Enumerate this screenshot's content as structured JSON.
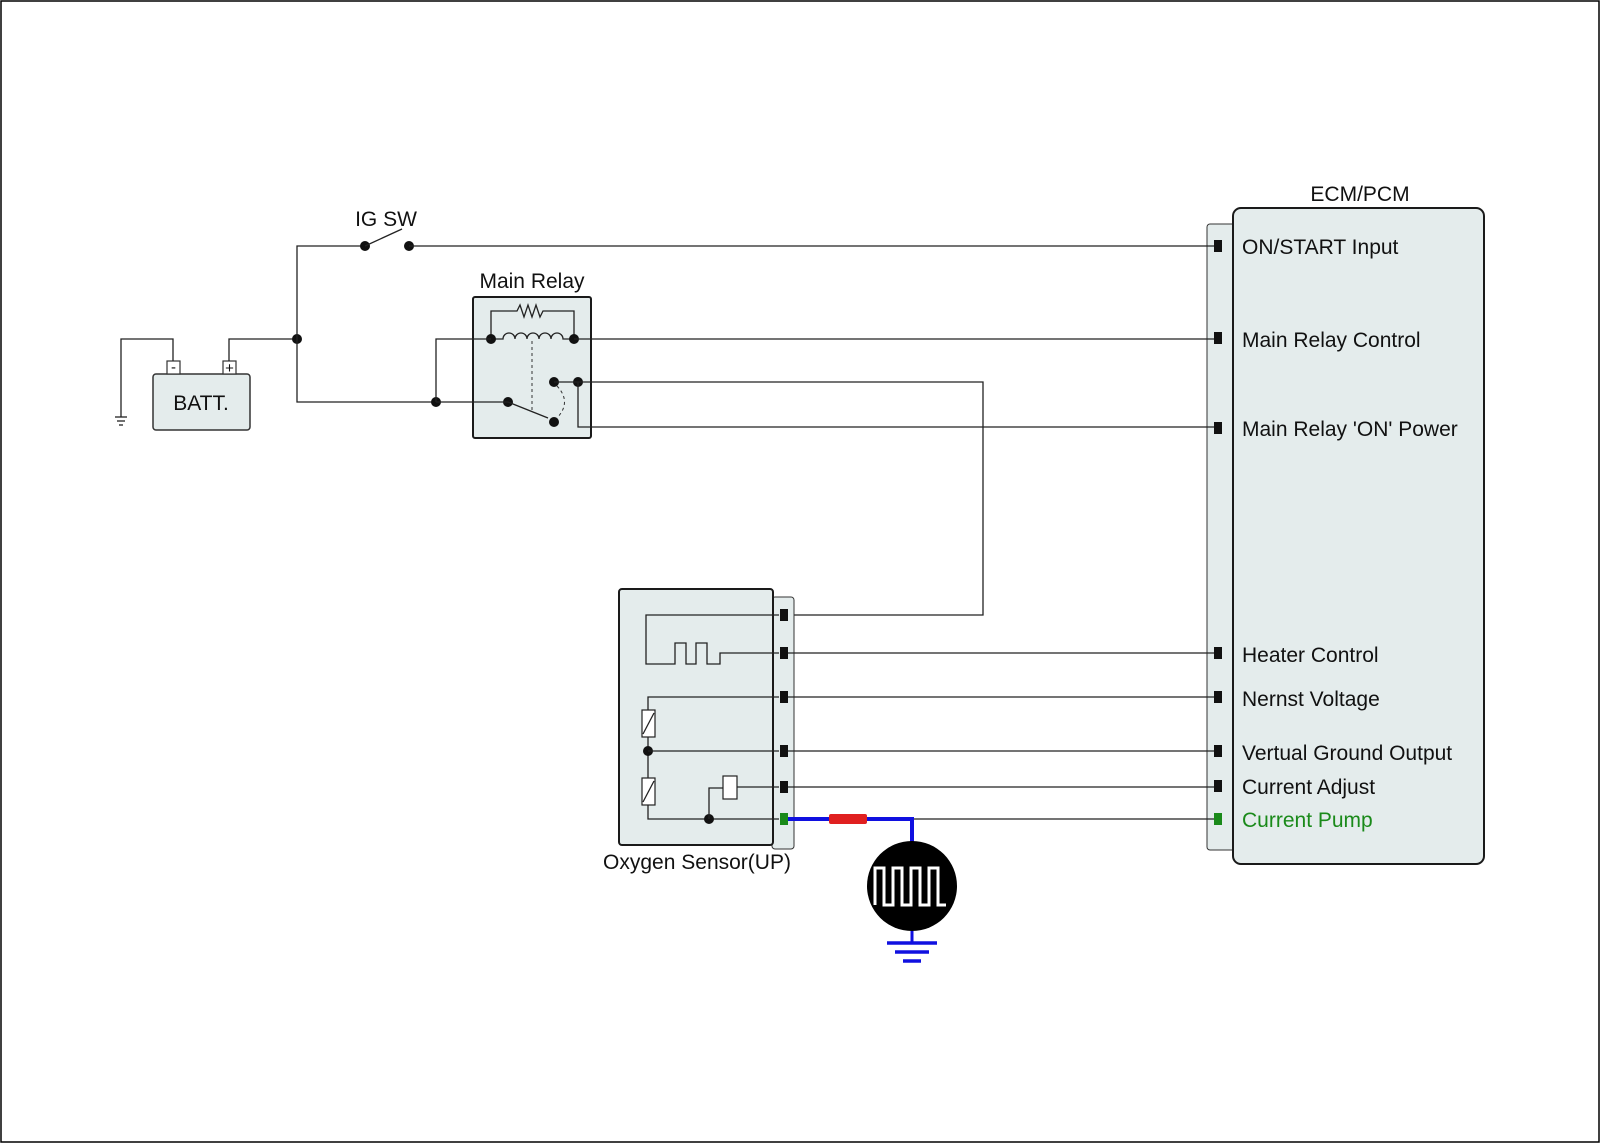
{
  "labels": {
    "ig_sw": "IG SW",
    "main_relay": "Main Relay",
    "battery": "BATT.",
    "battery_neg": "-",
    "battery_pos": "+",
    "ecm": "ECM/PCM",
    "oxygen_sensor": "Oxygen Sensor(UP)"
  },
  "ecm_pins": [
    {
      "name": "on-start-input",
      "label": "ON/START Input"
    },
    {
      "name": "main-relay-control",
      "label": "Main Relay Control"
    },
    {
      "name": "main-relay-on-power",
      "label": "Main Relay 'ON' Power"
    },
    {
      "name": "heater-control",
      "label": "Heater Control"
    },
    {
      "name": "nernst-voltage",
      "label": "Nernst Voltage"
    },
    {
      "name": "vertual-ground-output",
      "label": "Vertual Ground Output"
    },
    {
      "name": "current-adjust",
      "label": "Current Adjust"
    },
    {
      "name": "current-pump",
      "label": "Current Pump"
    }
  ],
  "colors": {
    "wire": "#222222",
    "highlight_wire": "#1010e0",
    "highlight_pin": "#1a8a1a",
    "probe_lead": "#e02020",
    "box_fill": "#e4ecec"
  },
  "icons": {
    "scope_probe": "oscilloscope-square-wave-icon",
    "ground": "ground-icon"
  }
}
